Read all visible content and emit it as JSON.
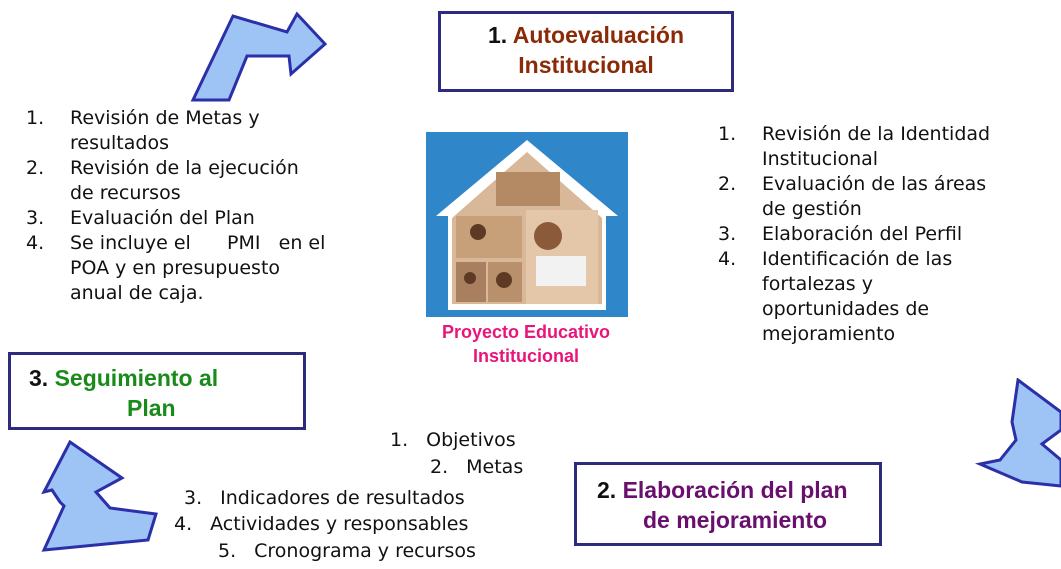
{
  "box1": {
    "num": "1.",
    "line1": "Autoevaluación",
    "line2": "Institucional",
    "color": "#8b2a06"
  },
  "box2": {
    "num": "2.",
    "line1": "Elaboración del plan",
    "line2": "de mejoramiento",
    "color": "#6a0f6e"
  },
  "box3": {
    "num": "3.",
    "line1": "Seguimiento al",
    "line2": "Plan",
    "color": "#1a8a1a"
  },
  "center_label": {
    "line1": "Proyecto Educativo",
    "line2": "Institucional"
  },
  "left_list": [
    {
      "n": "1.",
      "lines": [
        "Revisión de Metas y",
        "resultados"
      ]
    },
    {
      "n": "2.",
      "lines": [
        "Revisión de la ejecución",
        "de recursos"
      ]
    },
    {
      "n": "3.",
      "lines": [
        "Evaluación del Plan"
      ]
    },
    {
      "n": "4.",
      "lines": [
        "Se incluye el      PMI   en el",
        "POA y en presupuesto",
        "anual de caja."
      ]
    }
  ],
  "right_list": [
    {
      "n": "1.",
      "lines": [
        "Revisión de la Identidad",
        "Institucional"
      ]
    },
    {
      "n": "2.",
      "lines": [
        "Evaluación de las áreas",
        "de gestión"
      ]
    },
    {
      "n": "3.",
      "lines": [
        "Elaboración del Perfil"
      ]
    },
    {
      "n": "4.",
      "lines": [
        "Identificación de las",
        "fortalezas y",
        "oportunidades de",
        "mejoramiento"
      ]
    }
  ],
  "bottom_list": [
    {
      "n": "1.",
      "text": "Objetivos"
    },
    {
      "n": "2.",
      "text": "Metas"
    },
    {
      "n": "3.",
      "text": "Indicadores de resultados"
    },
    {
      "n": "4.",
      "text": "Actividades y responsables"
    },
    {
      "n": "5.",
      "text": "Cronograma y recursos"
    }
  ],
  "colors": {
    "arrow_fill": "#9ec3f5",
    "arrow_stroke": "#2b2fa8",
    "box_border": "#2e2a7e",
    "house_blue": "#2f86c8"
  }
}
